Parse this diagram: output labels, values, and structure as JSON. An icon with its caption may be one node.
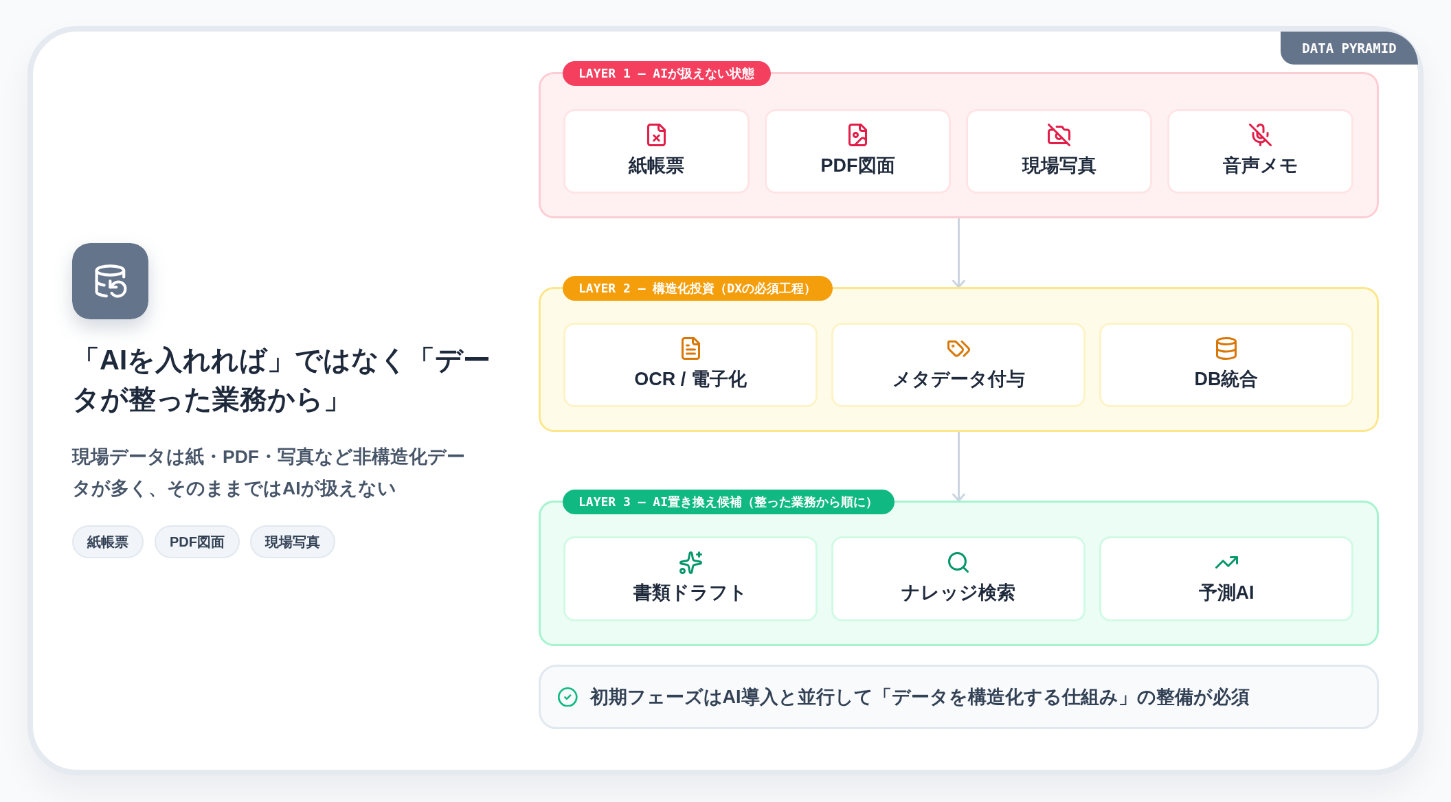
{
  "diagram": {
    "title": "「AIを入れれば」ではなく「データが整った業務から」",
    "nodes": [
      {
        "text": [
          "紙帳票"
        ]
      },
      {
        "text": [
          "PDF図面"
        ]
      },
      {
        "text": [
          "現場写真"
        ]
      },
      {
        "text": [
          "DATA PYRAMID"
        ]
      },
      {
        "text": [
          "LAYER 1 – AIが扱えない状態"
        ]
      },
      {
        "text": [
          "紙帳票"
        ],
        "in": 4
      },
      {
        "text": [
          "PDF図面"
        ],
        "in": 4
      },
      {
        "text": [
          "現場写真"
        ],
        "in": 4
      },
      {
        "text": [
          "音声メモ"
        ],
        "in": 4
      },
      {
        "text": [
          "LAYER 2 – 構造化投資（DXの必須工程）"
        ]
      },
      {
        "text": [
          "OCR / 電子化"
        ],
        "in": 9
      },
      {
        "text": [
          "メタデータ付与"
        ],
        "in": 9
      },
      {
        "text": [
          "DB統合"
        ],
        "in": 9
      },
      {
        "text": [
          "LAYER 3 – AI置き換え候補（整った業務から順に）"
        ]
      },
      {
        "text": [
          "書類ドラフト"
        ],
        "in": 13
      },
      {
        "text": [
          "ナレッジ検索"
        ],
        "in": 13
      },
      {
        "text": [
          "予測AI"
        ],
        "in": 13
      },
      {
        "text": [
          "初期フェーズはAI導入と並行して「データを構造化する仕組み」の整備が必須"
        ]
      }
    ],
    "edges": [
      {
        "from": 4,
        "to": 9,
        "arrow": "to"
      },
      {
        "from": 9,
        "to": 13,
        "arrow": "to"
      }
    ],
    "labels": [
      "現場データは紙・PDF・写真など非構造化データが多く、そのままではAIが扱えない"
    ]
  }
}
